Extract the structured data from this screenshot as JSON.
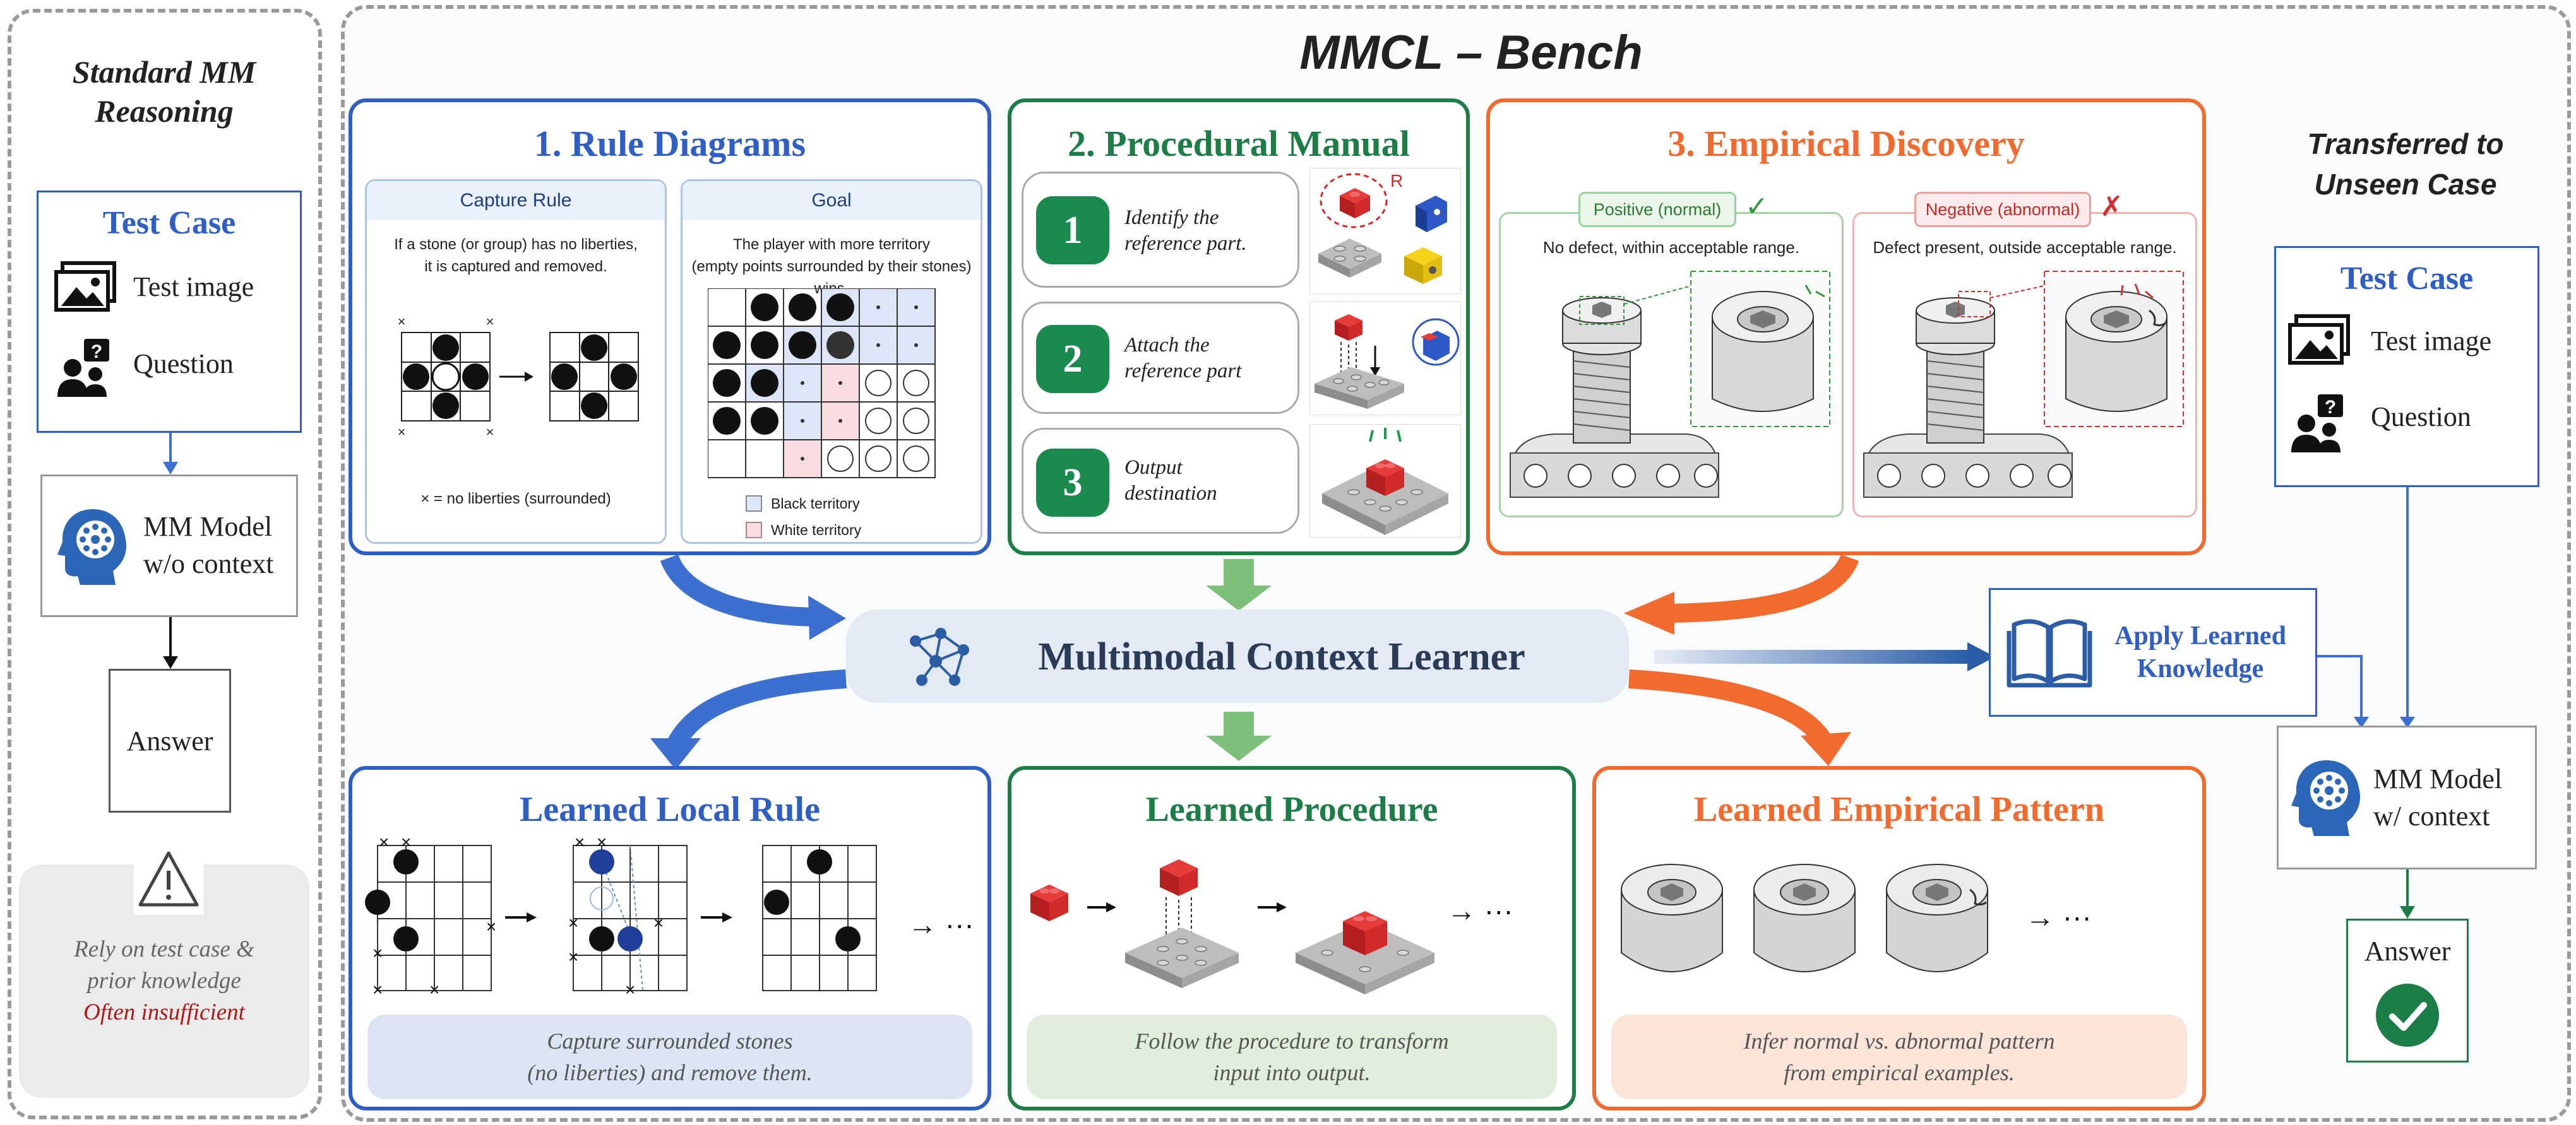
{
  "main_title": "MMCL – Bench",
  "standard": {
    "title_line1": "Standard MM",
    "title_line2": "Reasoning",
    "test_case": {
      "title": "Test Case",
      "image_label": "Test image",
      "question_label": "Question"
    },
    "model_line1": "MM Model",
    "model_line2": "w/o context",
    "answer": "Answer",
    "warn_line1": "Rely on test case &",
    "warn_line2": "prior knowledge",
    "warn_line3": "Often insufficient"
  },
  "rule": {
    "title": "1. Rule Diagrams",
    "capture_title": "Capture Rule",
    "capture_desc_line1": "If a stone (or group) has no liberties,",
    "capture_desc_line2": "it is captured and removed.",
    "capture_legend": "× = no liberties (surrounded)",
    "goal_title": "Goal",
    "goal_desc_line1": "The player with more territory",
    "goal_desc_line2": "(empty points surrounded by their stones) wins.",
    "legend_black": "Black territory",
    "legend_white": "White territory"
  },
  "procedural": {
    "title": "2. Procedural Manual",
    "steps": [
      {
        "num": "1",
        "line1": "Identify the",
        "line2": "reference part."
      },
      {
        "num": "2",
        "line1": "Attach the",
        "line2": "reference part"
      },
      {
        "num": "3",
        "line1": "Output",
        "line2": "destination"
      }
    ],
    "r_label": "R"
  },
  "empirical": {
    "title": "3. Empirical Discovery",
    "positive_label": "Positive (normal)",
    "positive_mark": "✓",
    "positive_desc": "No defect, within acceptable range.",
    "negative_label": "Negative (abnormal)",
    "negative_mark": "✗",
    "negative_desc": "Defect present, outside acceptable range."
  },
  "learner": {
    "title": "Multimodal Context Learner"
  },
  "apply": {
    "line1": "Apply Learned",
    "line2": "Knowledge"
  },
  "learned": {
    "rule": {
      "title": "Learned Local Rule",
      "line1": "Capture surrounded stones",
      "line2": "(no liberties) and remove them.",
      "ellipsis": "→ ···"
    },
    "procedure": {
      "title": "Learned Procedure",
      "line1": "Follow the procedure to transform",
      "line2": "input into output.",
      "ellipsis": "→ ···"
    },
    "pattern": {
      "title": "Learned Empirical Pattern",
      "line1": "Infer normal vs. abnormal pattern",
      "line2": "from empirical examples.",
      "ellipsis": "→ ···"
    }
  },
  "transferred": {
    "title_line1": "Transferred to",
    "title_line2": "Unseen Case",
    "test_case": {
      "title": "Test Case",
      "image_label": "Test image",
      "question_label": "Question"
    },
    "model_line1": "MM Model",
    "model_line2": "w/ context",
    "answer": "Answer"
  },
  "colors": {
    "blue": "#2f5fc4",
    "green": "#1d7d46",
    "orange": "#f26a2e",
    "gray": "#9a9a9a",
    "learner_bg": "#e4eaf3",
    "navy": "#2a3b57"
  },
  "icons": [
    "image-icon",
    "question-person-icon",
    "brain-head-icon",
    "warning-icon",
    "network-icon",
    "book-icon",
    "check-icon"
  ]
}
